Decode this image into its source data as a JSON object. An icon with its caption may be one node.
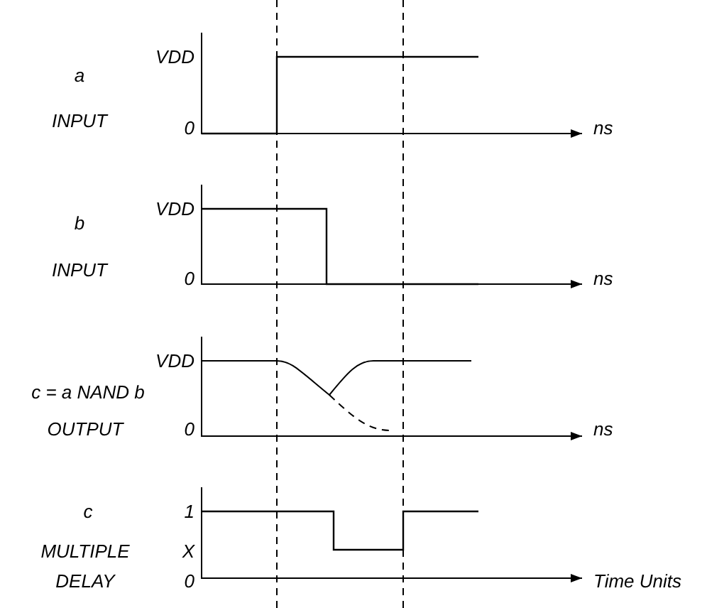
{
  "diagram": {
    "labels": [
      "VDD",
      "a",
      "INPUT",
      "0",
      "ns",
      "VDD",
      "b",
      "INPUT",
      "0",
      "ns",
      "VDD",
      "c = a NAND b",
      "OUTPUT",
      "0",
      "ns",
      "c",
      "1",
      "MULTIPLE",
      "X",
      "DELAY",
      "0",
      "Time Units"
    ]
  }
}
